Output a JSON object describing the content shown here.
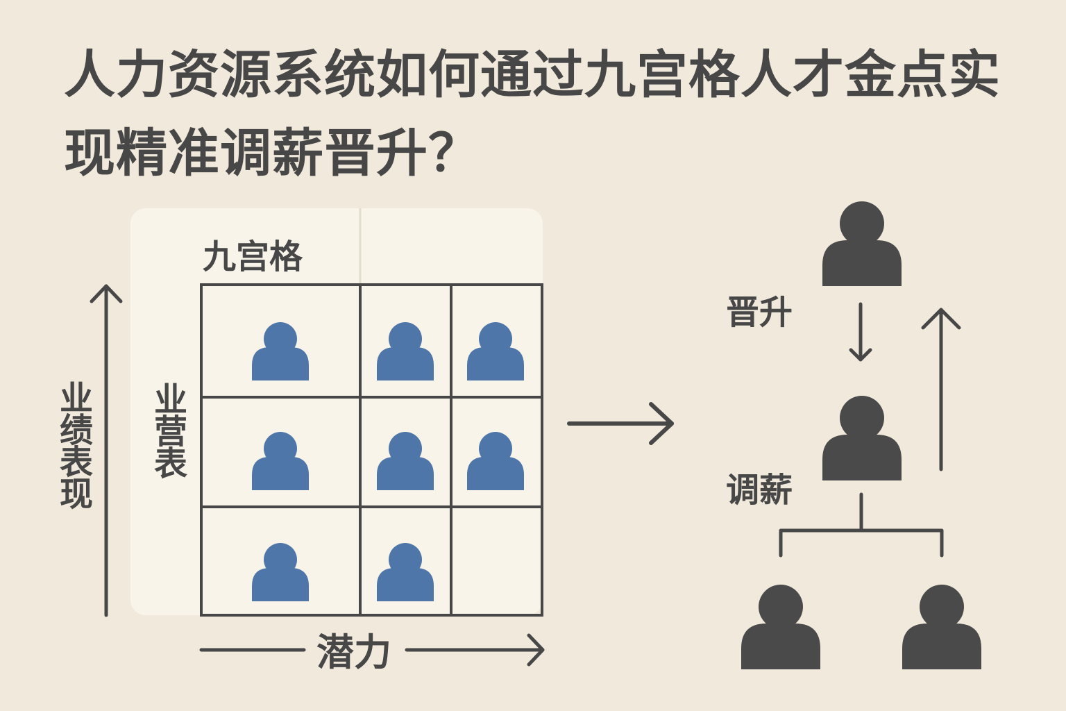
{
  "title": "人力资源系统如何通过九宫格人才金点实现精准调薪晋升？",
  "grid": {
    "title": "九宫格",
    "inner_axis_label": "业营表",
    "outer_axis_label": "业绩表现",
    "x_axis_label": "潜力",
    "cells": [
      [
        true,
        true,
        true
      ],
      [
        true,
        true,
        true
      ],
      [
        true,
        true,
        false
      ]
    ]
  },
  "flow": {
    "promotion_label": "晋升",
    "salary_label": "调薪"
  },
  "colors": {
    "background": "#f1e9dc",
    "panel": "#f8f4ea",
    "ink": "#474747",
    "person_blue": "#4f76a8",
    "person_dark": "#4a4a4a"
  }
}
